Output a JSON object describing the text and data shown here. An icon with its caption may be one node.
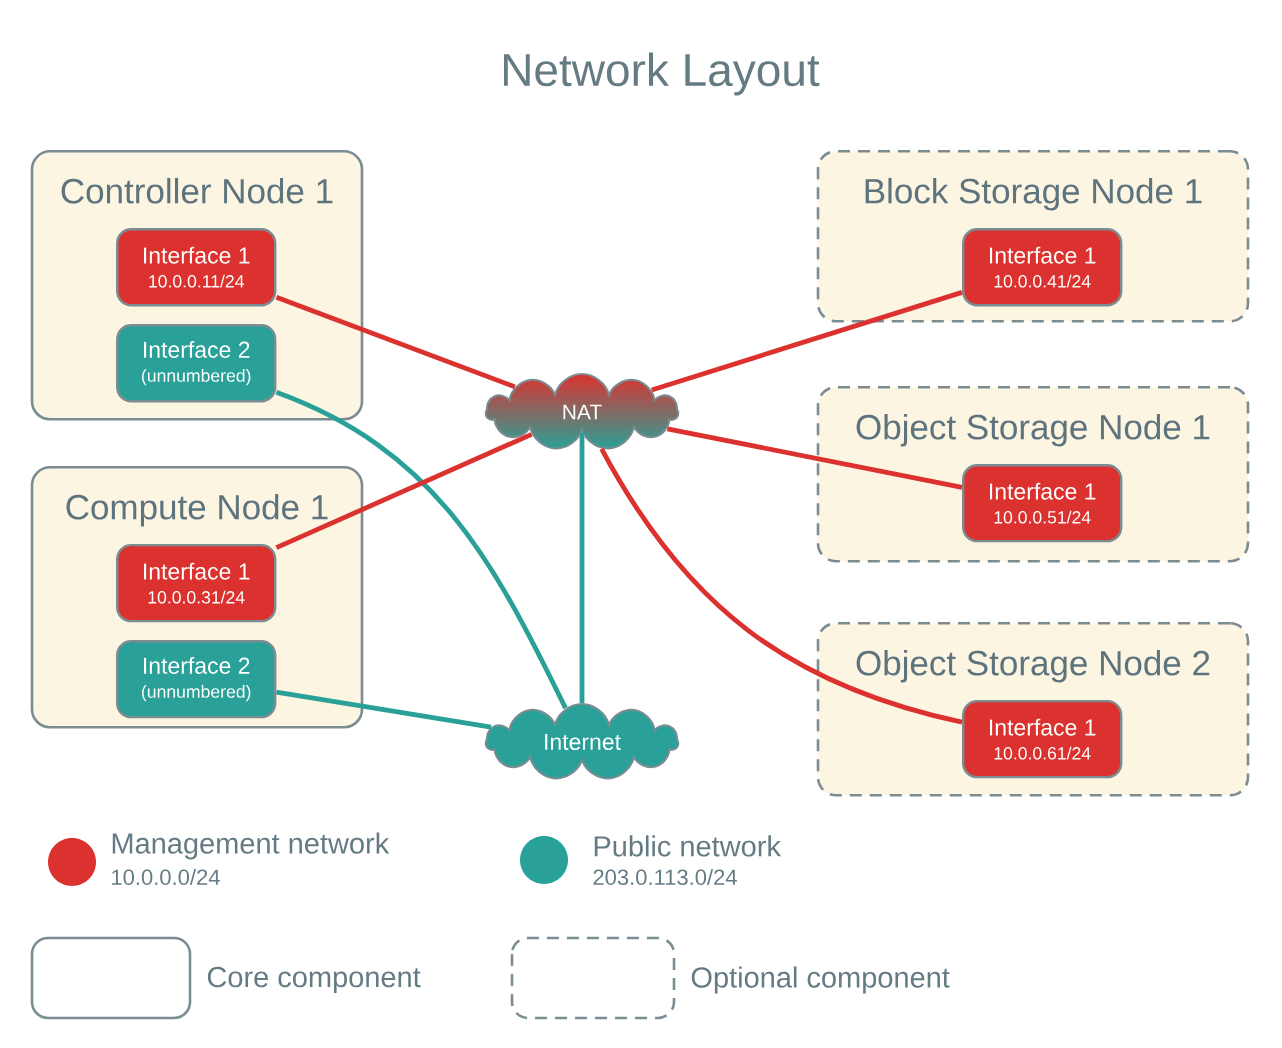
{
  "diagram": {
    "title": "Network Layout",
    "nodes": [
      {
        "text": [
          "Controller Node 1"
        ]
      },
      {
        "text": [
          "Interface 1",
          "10.0.0.11/24"
        ],
        "in": 0
      },
      {
        "text": [
          "Interface 2",
          "(unnumbered)"
        ],
        "in": 0
      },
      {
        "text": [
          "Compute Node 1"
        ]
      },
      {
        "text": [
          "Interface 1",
          "10.0.0.31/24"
        ],
        "in": 3
      },
      {
        "text": [
          "Interface 2",
          "(unnumbered)"
        ],
        "in": 3
      },
      {
        "text": [
          "NAT"
        ]
      },
      {
        "text": [
          "Internet"
        ]
      },
      {
        "text": [
          "Block Storage Node 1"
        ]
      },
      {
        "text": [
          "Interface 1",
          "10.0.0.41/24"
        ],
        "in": 8
      },
      {
        "text": [
          "Object Storage Node 1"
        ]
      },
      {
        "text": [
          "Interface 1",
          "10.0.0.51/24"
        ],
        "in": 10
      },
      {
        "text": [
          "Object Storage Node 2"
        ]
      },
      {
        "text": [
          "Interface 1",
          "10.0.0.61/24"
        ],
        "in": 12
      }
    ],
    "edges": [
      {
        "from": 1,
        "to": 6,
        "arrow": "none"
      },
      {
        "from": 2,
        "to": 7,
        "arrow": "none",
        "color": "#2aa198"
      },
      {
        "from": 4,
        "to": 6,
        "arrow": "none"
      },
      {
        "from": 5,
        "to": 7,
        "arrow": "none",
        "color": "#2aa198"
      },
      {
        "from": 6,
        "to": 7,
        "arrow": "none",
        "color": "#2aa198"
      },
      {
        "from": 6,
        "to": 9,
        "arrow": "none"
      },
      {
        "from": 6,
        "to": 11,
        "arrow": "none"
      },
      {
        "from": 6,
        "to": 13,
        "arrow": "none"
      }
    ],
    "labels": [
      "10.0.0.0/24",
      "203.0.113.0/24"
    ],
    "legend": [
      {
        "text": "Management network",
        "color": "#dc322f"
      },
      {
        "text": "Public network",
        "color": "#2aa198"
      },
      {
        "text": "Core component"
      },
      {
        "text": "Optional component"
      }
    ]
  }
}
